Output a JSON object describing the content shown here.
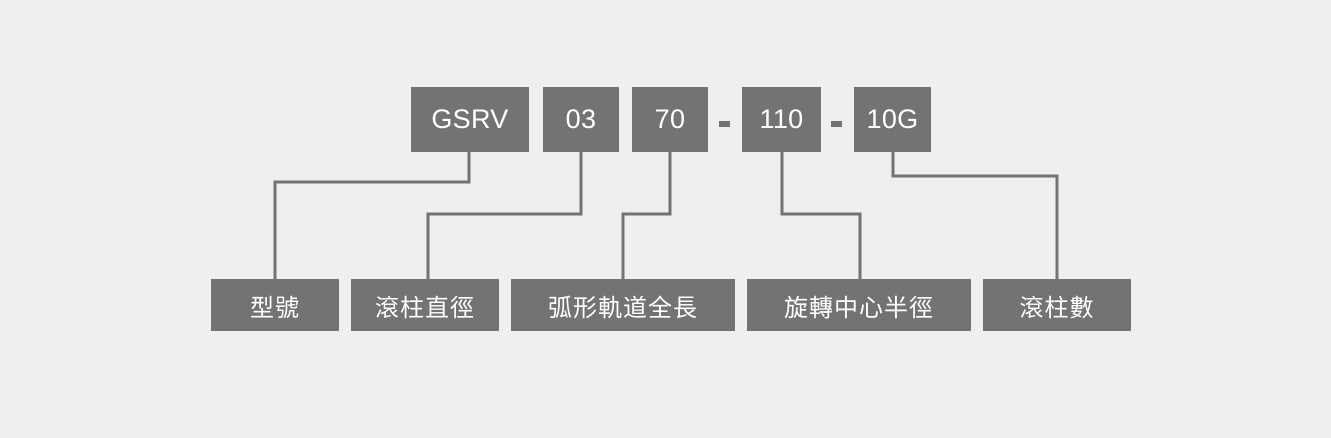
{
  "code_segments": [
    "GSRV",
    "03",
    "70",
    "110",
    "10G"
  ],
  "separators": [
    "-",
    "-"
  ],
  "labels": [
    "型號",
    "滾柱直徑",
    "弧形軌道全長",
    "旋轉中心半徑",
    "滾柱數"
  ],
  "colors": {
    "background": "#efefef",
    "box": "#747374",
    "text": "#ffffff"
  }
}
